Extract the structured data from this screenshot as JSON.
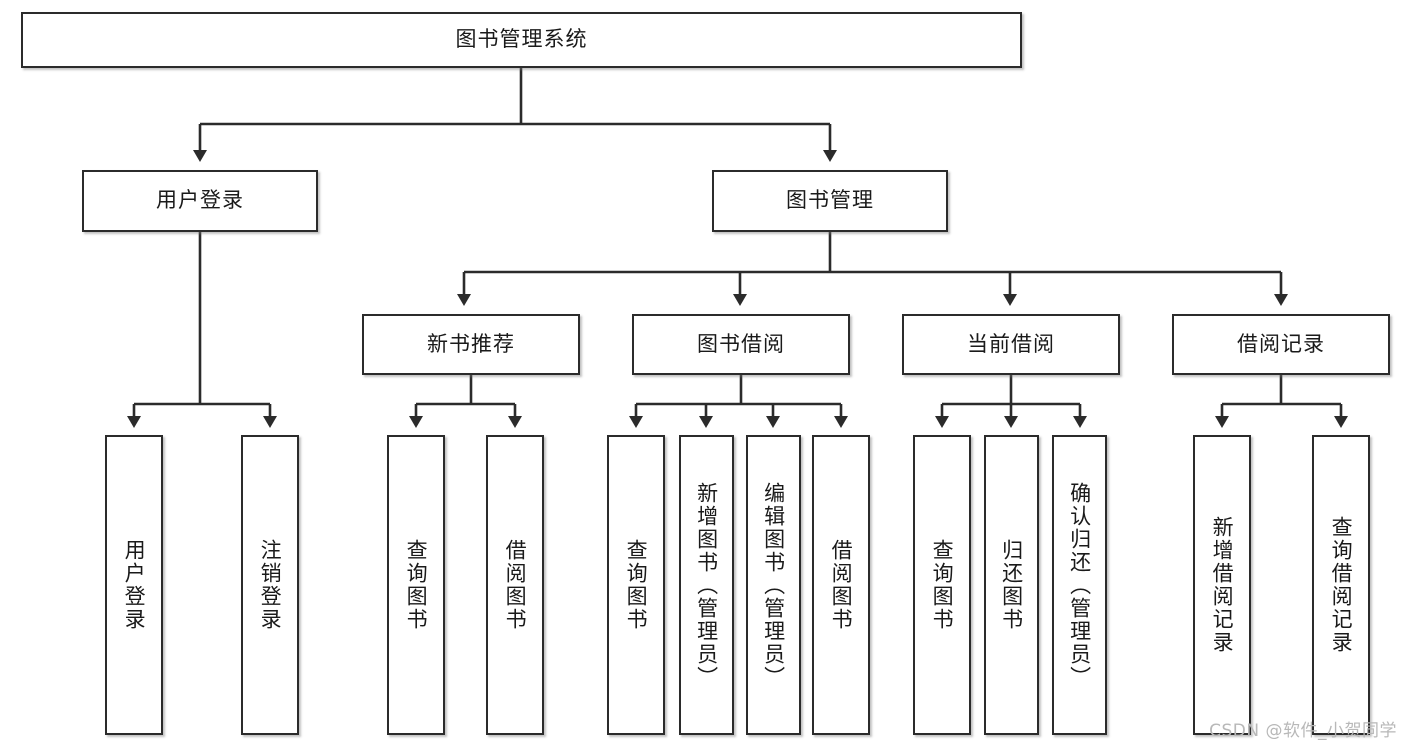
{
  "diagram": {
    "title": "图书管理系统",
    "type": "hierarchy-tree",
    "root": {
      "label": "图书管理系统"
    },
    "level2": [
      {
        "label": "用户登录"
      },
      {
        "label": "图书管理"
      }
    ],
    "level3": [
      {
        "label": "新书推荐"
      },
      {
        "label": "图书借阅"
      },
      {
        "label": "当前借阅"
      },
      {
        "label": "借阅记录"
      }
    ],
    "leaves": {
      "user_login": [
        {
          "label": "用户登录"
        },
        {
          "label": "注销登录"
        }
      ],
      "new_book": [
        {
          "label": "查询图书"
        },
        {
          "label": "借阅图书"
        }
      ],
      "borrow_book": [
        {
          "label": "查询图书"
        },
        {
          "label": "新增图书（管理员）"
        },
        {
          "label": "编辑图书（管理员）"
        },
        {
          "label": "借阅图书"
        }
      ],
      "current_borrow": [
        {
          "label": "查询图书"
        },
        {
          "label": "归还图书"
        },
        {
          "label": "确认归还（管理员）"
        }
      ],
      "borrow_record": [
        {
          "label": "新增借阅记录"
        },
        {
          "label": "查询借阅记录"
        }
      ]
    }
  },
  "watermark": {
    "text": "CSDN @软件_小贺同学"
  },
  "colors": {
    "stroke": "#2b2b2b",
    "fill": "#ffffff",
    "text": "#1a1a1a",
    "watermark": "#b8b8b8"
  }
}
